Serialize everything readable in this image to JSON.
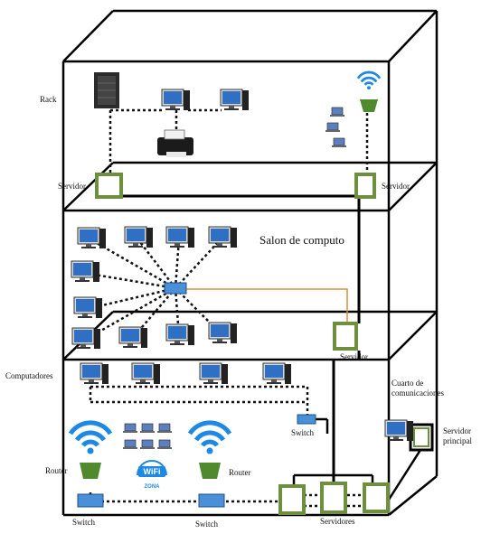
{
  "labels": {
    "rack": "Rack",
    "servidor_left": "Servidor",
    "servidor_right": "Servidor",
    "salon": "Salon de computo",
    "servidor_mid": "Servidor",
    "computadoras": "Computadores",
    "cuarto": "Cuarto de comunicaciones",
    "switch_mid": "Switch",
    "servidor_principal": "Servidor principal",
    "router_left": "Router",
    "router_right": "Router",
    "switch_left": "Switch",
    "switch_right": "Switch",
    "servidores": "Servidores",
    "wifi_text": "WiFi",
    "wifi_zona": "ZONA"
  },
  "colors": {
    "outline": "#000000",
    "server_box": "#6e8f3c",
    "server_fill": "#ffffff",
    "router_green": "#4f8a2e",
    "switch_blue": "#4a90d9",
    "wifi_blue": "#1e88e5",
    "link_orange": "#e08a3a"
  },
  "icons": {
    "computer": "desktop-computer-icon",
    "laptop": "laptop-icon",
    "printer": "printer-icon",
    "rack": "server-rack-icon",
    "wifi": "wifi-signal-icon",
    "router": "router-icon",
    "switch": "network-switch-icon",
    "server": "server-box-icon"
  }
}
